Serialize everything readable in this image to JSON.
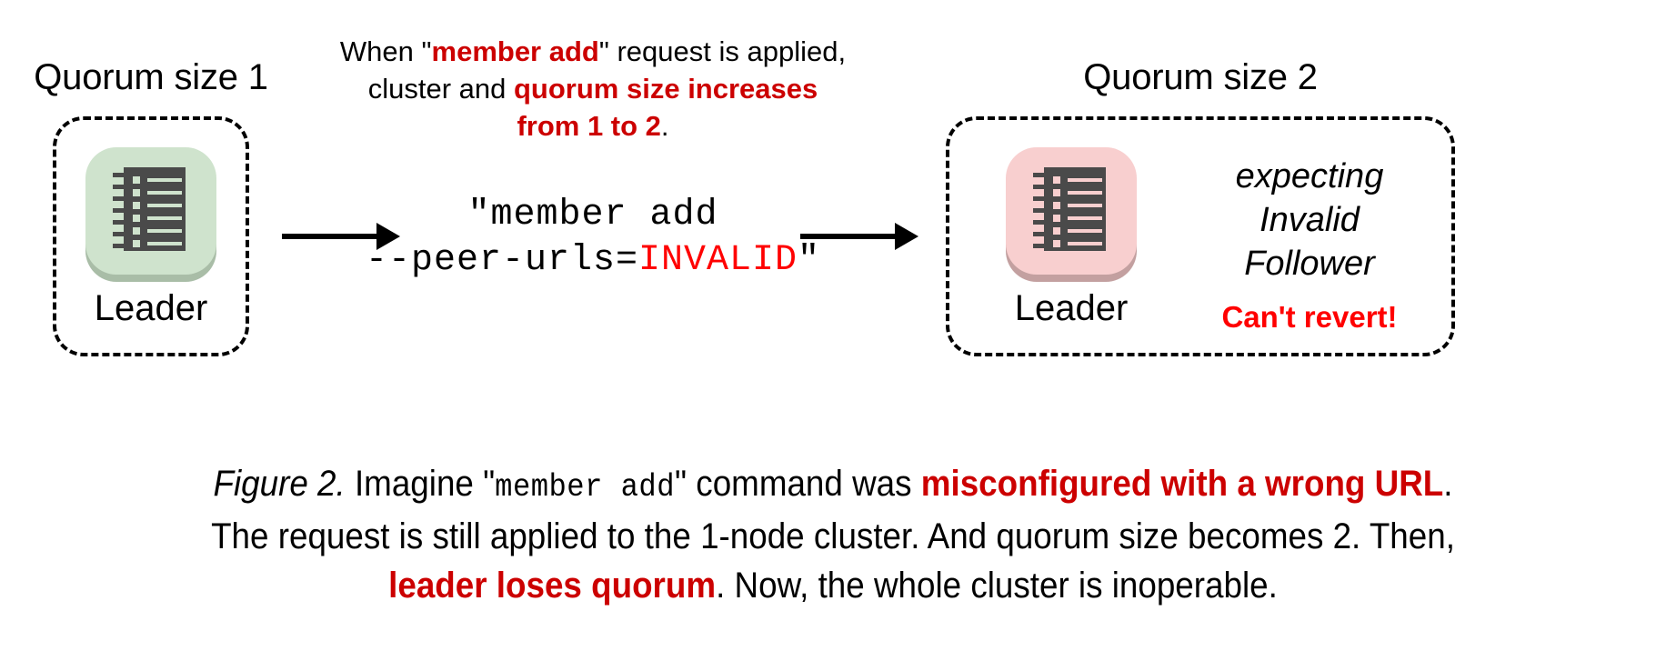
{
  "figure": {
    "left_cluster": {
      "title": "Quorum size 1",
      "node_label": "Leader",
      "node_icon": "server-rack-icon",
      "tile_color": "#cfe3cd",
      "tile_shadow_color": "#a9bda7",
      "glyph_color": "#4a4a4a"
    },
    "right_cluster": {
      "title": "Quorum size 2",
      "node_label": "Leader",
      "node_icon": "server-rack-icon",
      "tile_color": "#f8cfcf",
      "tile_shadow_color": "#c3a0a0",
      "glyph_color": "#4a4a4a",
      "side_note_lines": [
        "expecting",
        "Invalid",
        "Follower"
      ],
      "warning": "Can't revert!"
    },
    "note": {
      "line1_a": "When \"",
      "line1_hi": "member add",
      "line1_b": "\" request is applied,",
      "line2_a": "cluster and ",
      "line2_hi": "quorum size increases",
      "line3_hi": "from 1 to 2",
      "line3_b": "."
    },
    "command": {
      "line1": "\"member add",
      "line2_a": "--peer-urls=",
      "line2_invalid": "INVALID",
      "line2_b": "\""
    },
    "arrows": {
      "left_arrow": "arrow-right-icon",
      "right_arrow": "arrow-right-icon"
    }
  },
  "caption": {
    "label": "Figure 2.",
    "l1_a": " Imagine \"",
    "l1_mono": "member add",
    "l1_b": "\" command was ",
    "l1_hi": "misconfigured with a wrong URL",
    "l1_c": ".",
    "l2": "The request is still applied to the 1-node cluster. And quorum size becomes 2. Then,",
    "l3_hi": "leader loses quorum",
    "l3_b": ". Now, the whole cluster is inoperable."
  },
  "colors": {
    "accent_red": "#cc0000",
    "bright_red": "#ff0000",
    "text_black": "#000000",
    "background": "#ffffff"
  }
}
